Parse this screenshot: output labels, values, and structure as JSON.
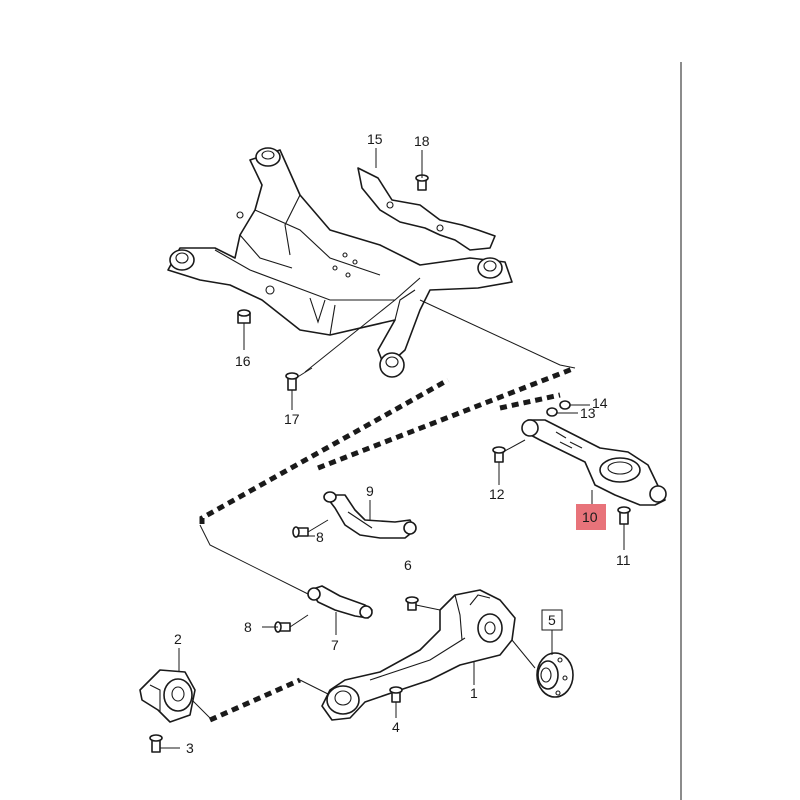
{
  "labels": {
    "p1": "1",
    "p2": "2",
    "p3": "3",
    "p4": "4",
    "p5": "5",
    "p6": "6",
    "p7": "7",
    "p8a": "8",
    "p8b": "8",
    "p9": "9",
    "p10": "10",
    "p11": "11",
    "p12": "12",
    "p13": "13",
    "p14": "14",
    "p15": "15",
    "p16": "16",
    "p17": "17",
    "p18": "18"
  },
  "colors": {
    "highlight": "#e8737a",
    "ink": "#1a1a1a",
    "background": "#ffffff"
  }
}
